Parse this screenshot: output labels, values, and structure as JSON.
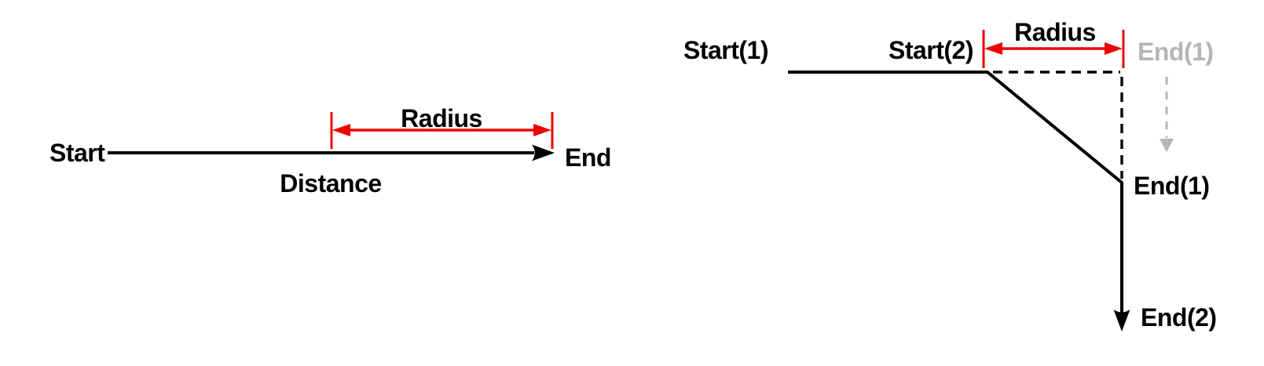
{
  "colors": {
    "ink": "#000000",
    "accent_red": "#ee0000",
    "muted_gray": "#b5b5b5",
    "background": "#ffffff"
  },
  "left_diagram": {
    "start_label": "Start",
    "end_label": "End",
    "distance_label": "Distance",
    "radius_label": "Radius"
  },
  "right_diagram": {
    "start1_label": "Start(1)",
    "start2_label": "Start(2)",
    "radius_label": "Radius",
    "end1_ghost_label": "End(1)",
    "end1_label": "End(1)",
    "end2_label": "End(2)"
  }
}
